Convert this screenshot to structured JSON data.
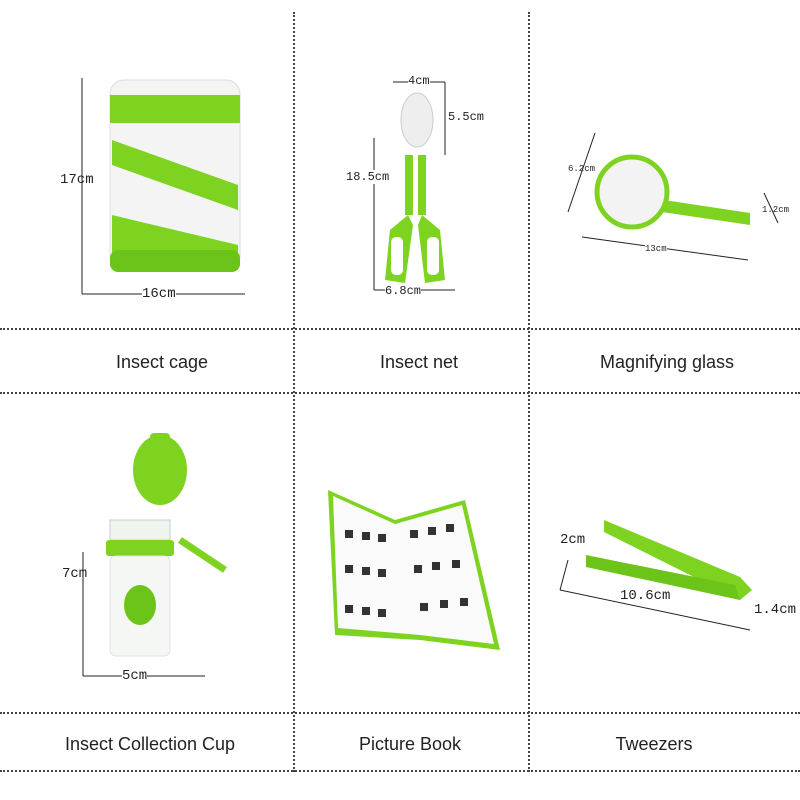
{
  "colors": {
    "green": "#7ed321",
    "green_dark": "#5fb01a",
    "grid": "#444444"
  },
  "cells": [
    {
      "name": "Insect cage",
      "dims": [
        "17cm",
        "16cm"
      ]
    },
    {
      "name": "Insect net",
      "dims": [
        "4cm",
        "5.5cm",
        "18.5cm",
        "6.8cm"
      ]
    },
    {
      "name": "Magnifying glass",
      "dims": [
        "6.2cm",
        "1.2cm",
        "13cm"
      ]
    },
    {
      "name": "Insect Collection Cup",
      "dims": [
        "7cm",
        "5cm"
      ]
    },
    {
      "name": "Picture Book",
      "dims": []
    },
    {
      "name": "Tweezers",
      "dims": [
        "2cm",
        "10.6cm",
        "1.4cm"
      ]
    }
  ]
}
